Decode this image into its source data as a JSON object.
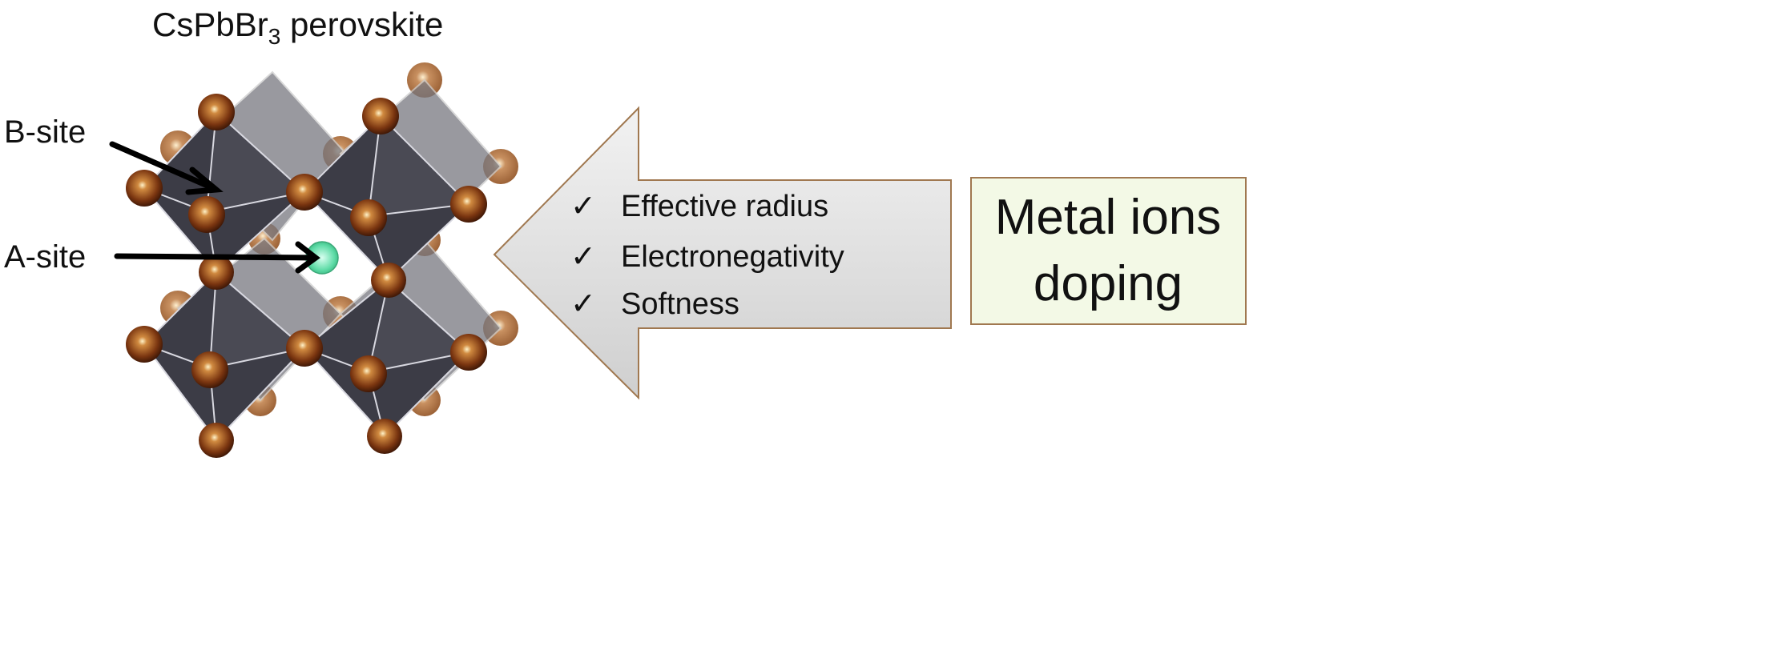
{
  "title": {
    "main": "CsPbBr",
    "subscript": "3",
    "suffix": " perovskite"
  },
  "labels": {
    "b_site": "B-site",
    "a_site": "A-site"
  },
  "properties": [
    {
      "check": "✓",
      "text": "Effective radius"
    },
    {
      "check": "✓",
      "text": "Electronegativity"
    },
    {
      "check": "✓",
      "text": "Softness"
    }
  ],
  "doping_box": {
    "line1": "Metal ions",
    "line2": "doping"
  },
  "colors": {
    "bromine": "#8a3a10",
    "cesium": "#5fe0a8",
    "octahedron": "#3c3c44",
    "arrow_fill": "#d8d8d8",
    "arrow_border": "#a07850",
    "box_fill": "#f3f9e6"
  }
}
